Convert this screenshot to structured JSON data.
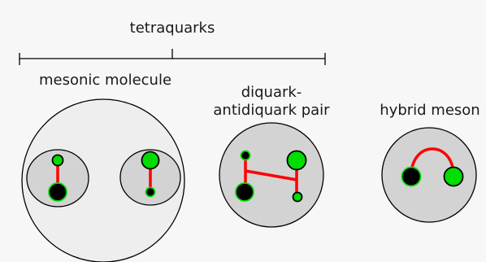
{
  "title": "tetraquarks",
  "labels": {
    "molecule": "mesonic molecule",
    "diquark_line1": "diquark-",
    "diquark_line2": "antidiquark pair",
    "hybrid": "hybrid meson"
  },
  "colors": {
    "background": "#f7f7f7",
    "outer_disk": "#eeeeee",
    "inner_disk": "#d3d3d3",
    "quark": "#00dd00",
    "antiquark": "#000000",
    "gluon_string": "#ff0000",
    "outline": "#000000"
  }
}
